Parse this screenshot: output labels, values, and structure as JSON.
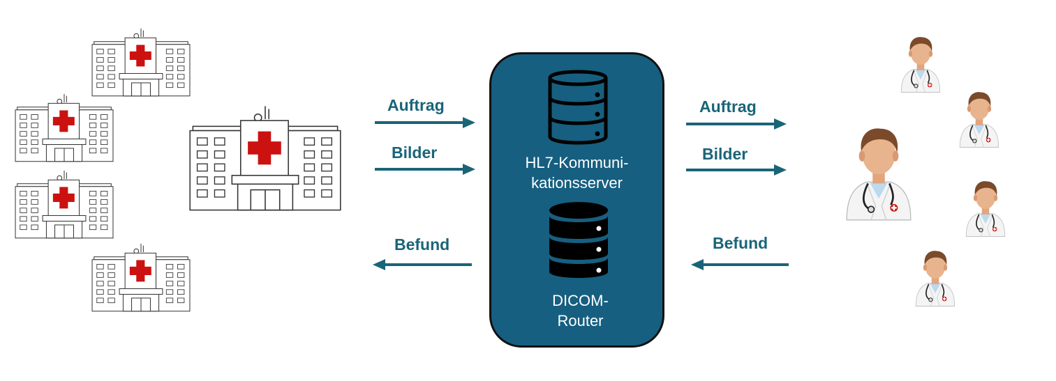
{
  "flows": {
    "left_order": "Auftrag",
    "left_images": "Bilder",
    "left_report": "Befund",
    "right_order": "Auftrag",
    "right_images": "Bilder",
    "right_report": "Befund"
  },
  "server": {
    "hl7_line1": "HL7-Kommuni-",
    "hl7_line2": "kationsserver",
    "dicom_line1": "DICOM-",
    "dicom_line2": "Router"
  },
  "icons": {
    "hospital": "hospital-icon",
    "doctor": "doctor-icon",
    "hl7_database": "database-outline-icon",
    "dicom_database": "database-solid-icon",
    "arrow_right": "arrow-right-icon",
    "arrow_left": "arrow-left-icon"
  },
  "colors": {
    "server_fill": "#165f80",
    "arrow": "#1a6478",
    "cross": "#cc1111",
    "label": "#1a6478"
  }
}
